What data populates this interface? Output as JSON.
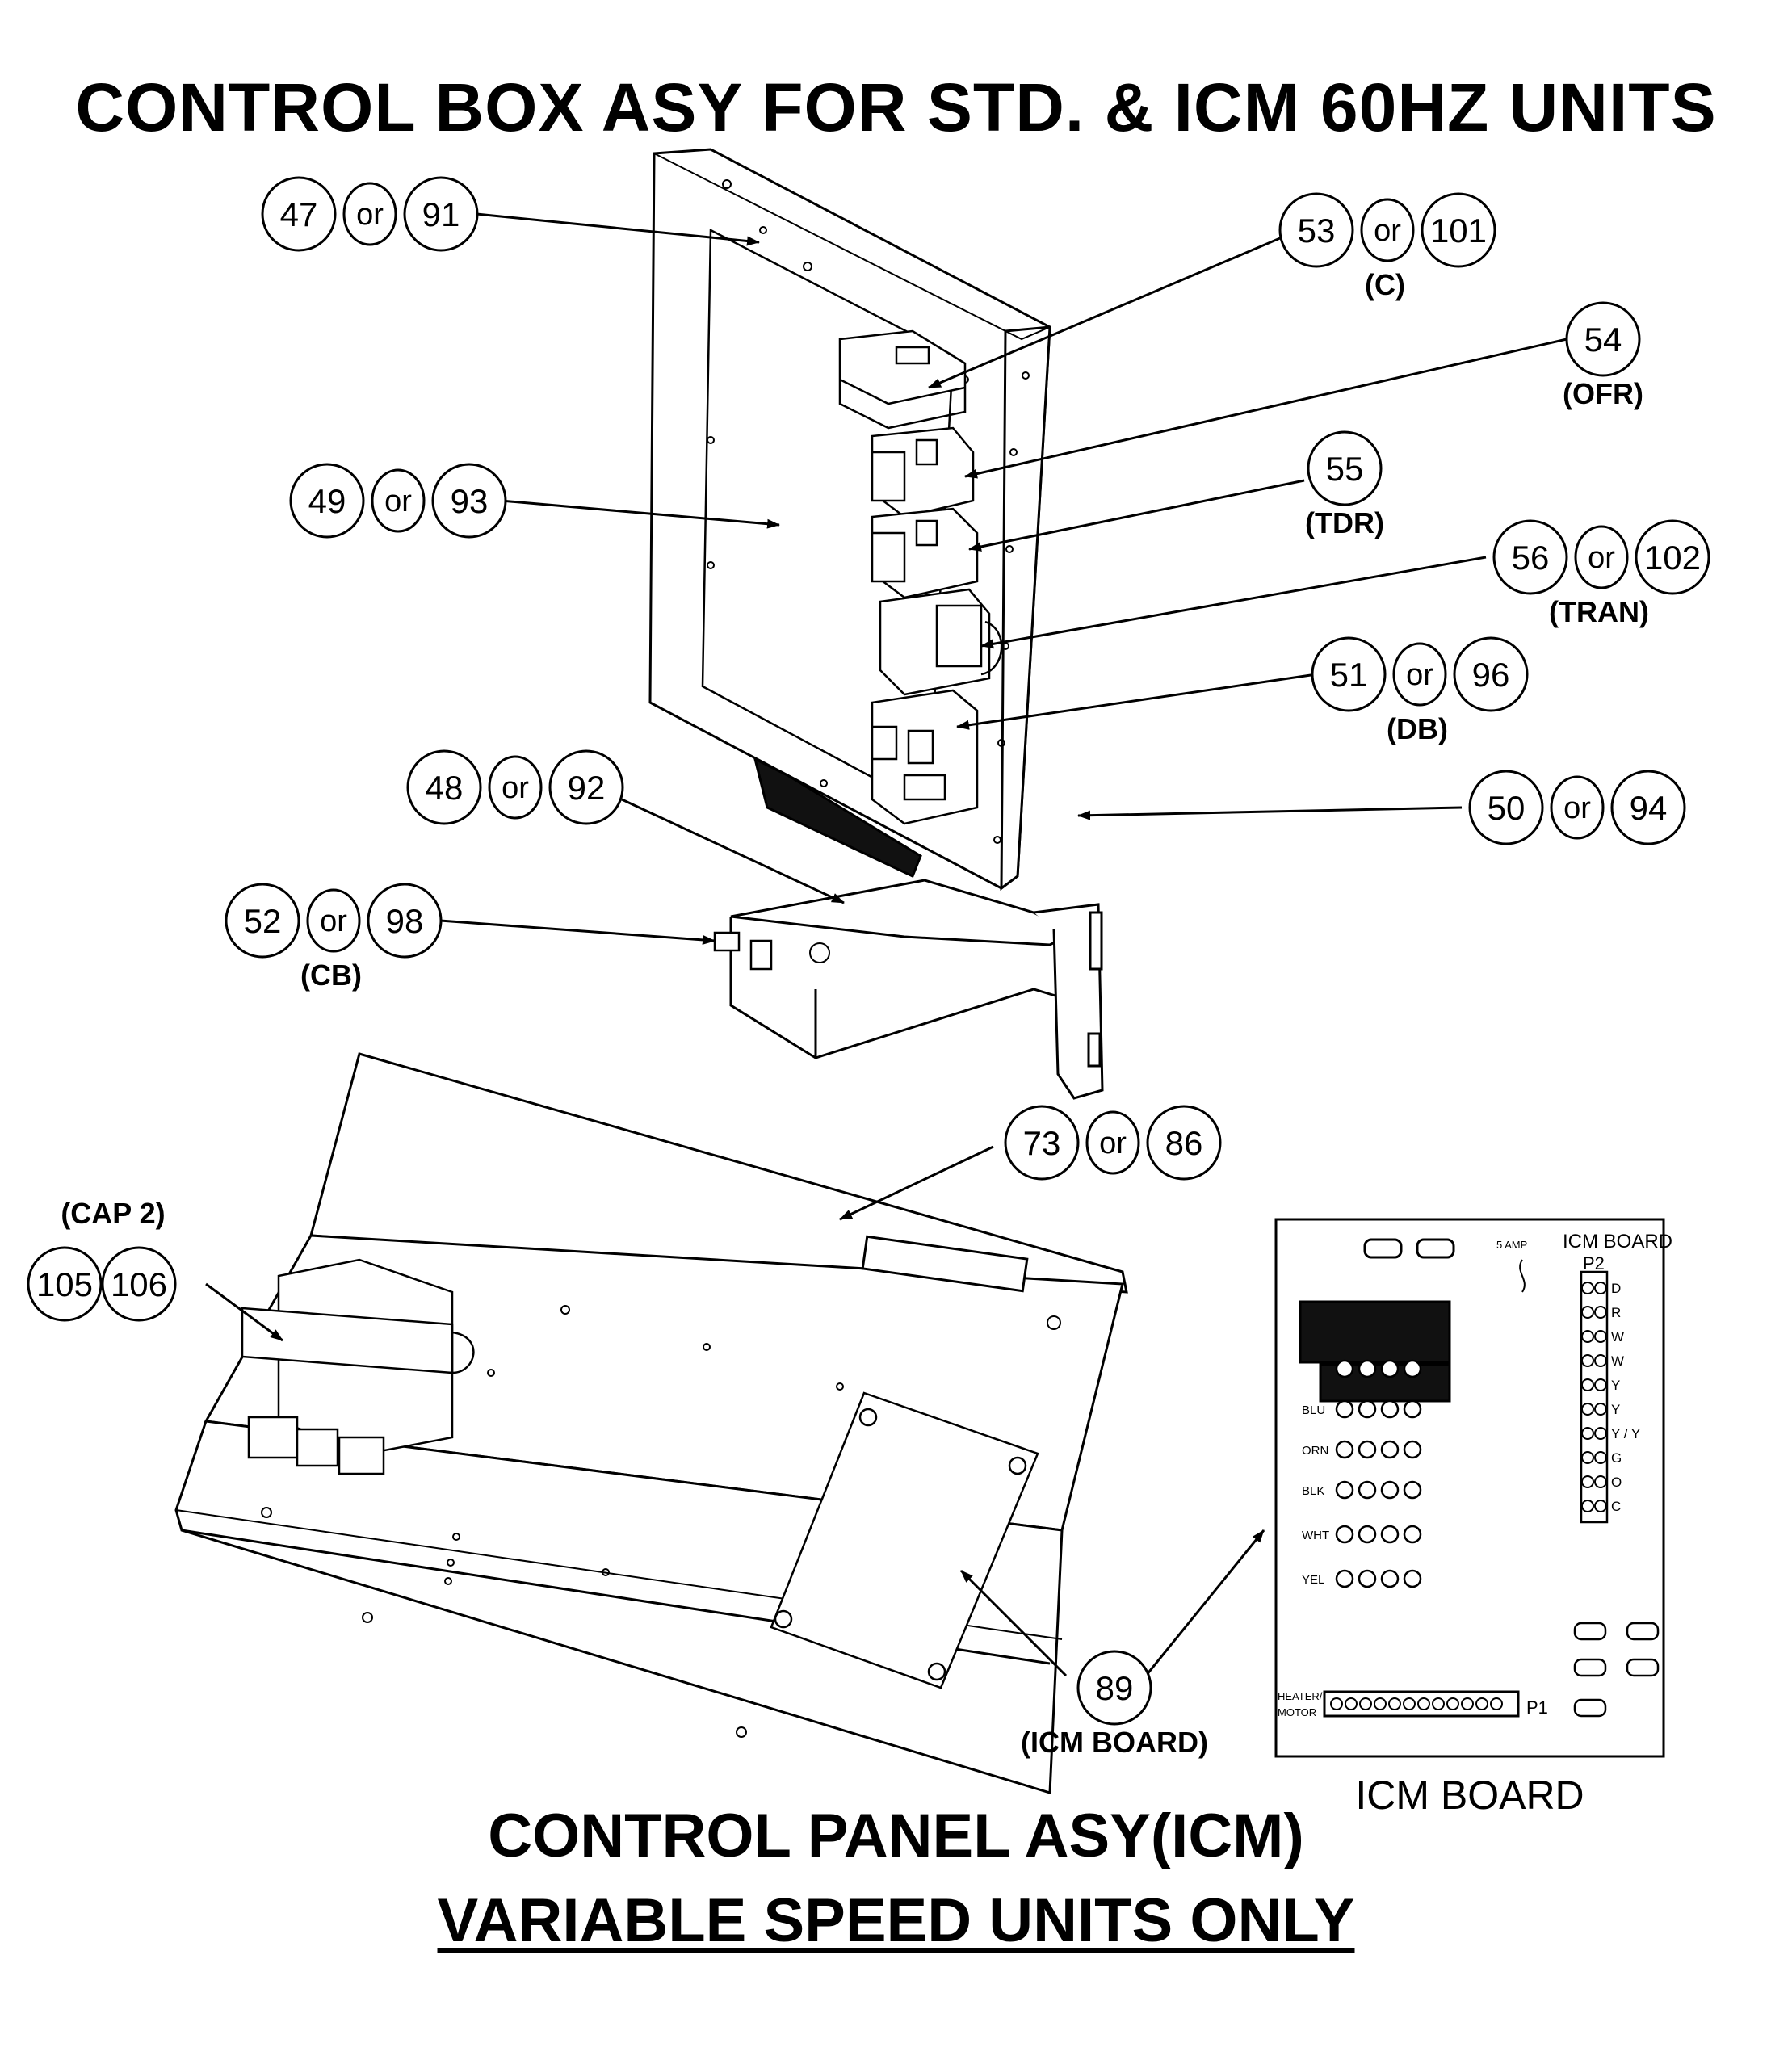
{
  "title": "CONTROL BOX ASY FOR STD. & ICM 60HZ UNITS",
  "subtitle_line1": "CONTROL PANEL ASY(ICM)",
  "subtitle_line2": "VARIABLE SPEED UNITS ONLY",
  "callouts": [
    {
      "id": "c47",
      "a": "47",
      "b": "91",
      "tag": ""
    },
    {
      "id": "c53",
      "a": "53",
      "b": "101",
      "tag": "(C)"
    },
    {
      "id": "c54",
      "a": "54",
      "b": "",
      "tag": "(OFR)"
    },
    {
      "id": "c49",
      "a": "49",
      "b": "93",
      "tag": ""
    },
    {
      "id": "c55",
      "a": "55",
      "b": "",
      "tag": "(TDR)"
    },
    {
      "id": "c56",
      "a": "56",
      "b": "102",
      "tag": "(TRAN)"
    },
    {
      "id": "c51",
      "a": "51",
      "b": "96",
      "tag": "(DB)"
    },
    {
      "id": "c48",
      "a": "48",
      "b": "92",
      "tag": ""
    },
    {
      "id": "c50",
      "a": "50",
      "b": "94",
      "tag": ""
    },
    {
      "id": "c52",
      "a": "52",
      "b": "98",
      "tag": "(CB)"
    },
    {
      "id": "c73",
      "a": "73",
      "b": "86",
      "tag": ""
    },
    {
      "id": "c105",
      "a": "105",
      "b": "106",
      "tag": "(CAP 2)",
      "joined": true
    },
    {
      "id": "c89",
      "a": "89",
      "b": "",
      "tag": "(ICM BOARD)"
    }
  ],
  "or_word": "or",
  "icm_board": {
    "caption": "ICM BOARD",
    "header": "ICM BOARD",
    "fuse_label": "5 AMP",
    "p2_label": "P2",
    "p1_label": "P1",
    "p1_side_label_1": "HEATER/",
    "p1_side_label_2": "MOTOR",
    "p2_pins": [
      "D",
      "R",
      "W",
      "W",
      "Y",
      "Y",
      "Y / Y",
      "G",
      "O",
      "C"
    ],
    "wire_labels": [
      "BLU",
      "ORN",
      "BLK",
      "WHT",
      "YEL"
    ]
  }
}
